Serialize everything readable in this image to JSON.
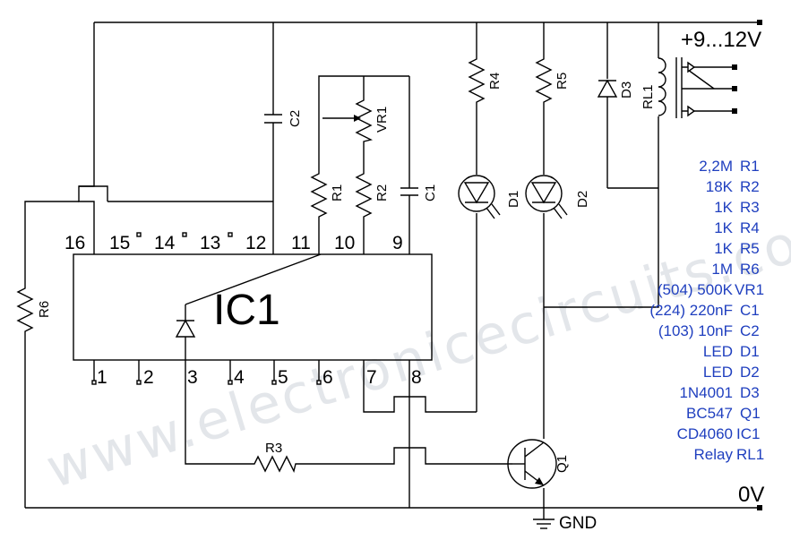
{
  "supply": {
    "top": "+9...12V",
    "bottom": "0V",
    "ground": "GND"
  },
  "ic": {
    "name": "IC1"
  },
  "pins_top": [
    "16",
    "15",
    "14",
    "13",
    "12",
    "11",
    "10",
    "9"
  ],
  "pins_bottom": [
    "1",
    "2",
    "3",
    "4",
    "5",
    "6",
    "7",
    "8"
  ],
  "components": {
    "r1": "R1",
    "r2": "R2",
    "r3": "R3",
    "r4": "R4",
    "r5": "R5",
    "r6": "R6",
    "vr1": "VR1",
    "c1": "C1",
    "c2": "C2",
    "d1": "D1",
    "d2": "D2",
    "d3": "D3",
    "rl1": "RL1",
    "q1": "Q1"
  },
  "parts_list": [
    {
      "value": "2,2M",
      "ref": "R1"
    },
    {
      "value": "18K",
      "ref": "R2"
    },
    {
      "value": "1K",
      "ref": "R3"
    },
    {
      "value": "1K",
      "ref": "R4"
    },
    {
      "value": "1K",
      "ref": "R5"
    },
    {
      "value": "1M",
      "ref": "R6"
    },
    {
      "value": "(504) 500K",
      "ref": "VR1"
    },
    {
      "value": "(224) 220nF",
      "ref": "C1"
    },
    {
      "value": "(103) 10nF",
      "ref": "C2"
    },
    {
      "value": "LED",
      "ref": "D1"
    },
    {
      "value": "LED",
      "ref": "D2"
    },
    {
      "value": "1N4001",
      "ref": "D3"
    },
    {
      "value": "BC547",
      "ref": "Q1"
    },
    {
      "value": "CD4060",
      "ref": "IC1"
    },
    {
      "value": "Relay",
      "ref": "RL1"
    }
  ],
  "watermark": "www.electronicecircuits.com",
  "colors": {
    "wire": "#000000",
    "parts_list": "#1f3fbf",
    "watermark": "#e3e6ea"
  }
}
